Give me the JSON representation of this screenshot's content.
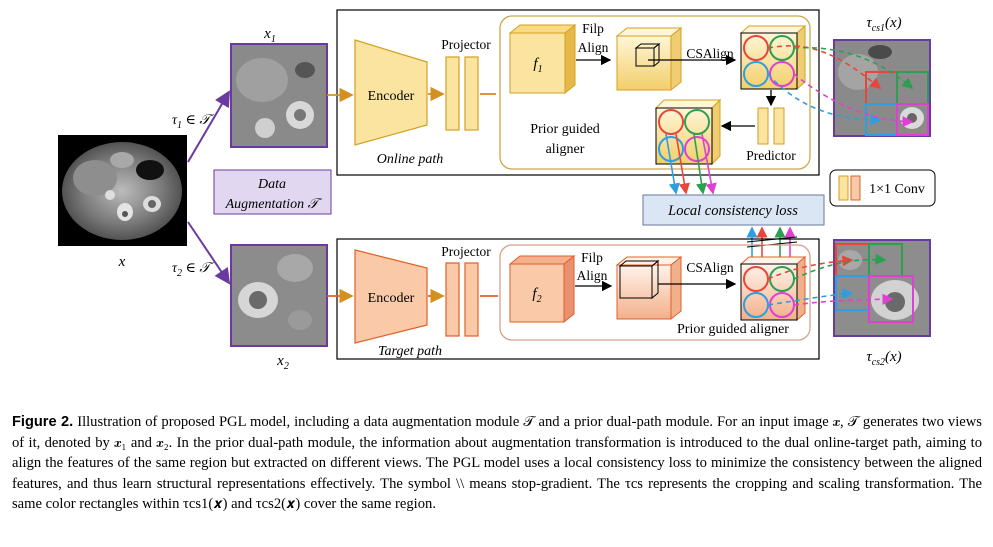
{
  "figure": {
    "input_label": "x",
    "view1_label": "x",
    "view1_sub": "1",
    "view2_label": "x",
    "view2_sub": "2",
    "tau1_label": "τ",
    "tau1_sub": "1",
    "tau1_rest": " ∈ 𝒯",
    "tau2_label": "τ",
    "tau2_sub": "2",
    "tau2_rest": " ∈ 𝒯",
    "augmentation_line1": "Data",
    "augmentation_line2": "Augmentation 𝒯",
    "online": {
      "encoder": "Encoder",
      "projector": "Projector",
      "feature": "f",
      "feature_sub": "1",
      "flip_line1": "Filp",
      "flip_line2": "Align",
      "csalign": "CSAlign",
      "prior_line1": "Prior guided",
      "prior_line2": "aligner",
      "predictor": "Predictor",
      "path": "Online path"
    },
    "target": {
      "encoder": "Encoder",
      "projector": "Projector",
      "feature": "f",
      "feature_sub": "2",
      "flip_line1": "Filp",
      "flip_line2": "Align",
      "csalign": "CSAlign",
      "aligner": "Prior guided aligner",
      "path": "Target path"
    },
    "loss": "Local consistency loss",
    "conv_legend": "1×1 Conv",
    "tcs1_label": "τ",
    "tcs1_sub": "cs1",
    "tcs1_arg": "(x)",
    "tcs2_label": "τ",
    "tcs2_sub": "cs2",
    "tcs2_arg": "(x)",
    "colors": {
      "encoder_online": "#fbe3a0",
      "encoder_target": "#f9c9a8",
      "augmentation_box": "#e2d7f0",
      "loss_box": "#dae6f4",
      "red": "#e8463a",
      "green": "#2ca050",
      "blue": "#2f9ee0",
      "magenta": "#e040d0"
    }
  },
  "caption": {
    "label": "Figure 2.",
    "text": "Illustration of proposed PGL model, including a data augmentation module 𝒯 and a prior dual-path module. For an input image 𝒙, 𝒯 generates two views of it, denoted by 𝒙₁ and 𝒙₂. In the prior dual-path module, the information about augmentation transformation is introduced to the dual online-target path, aiming to align the features of the same region but extracted on different views. The PGL model uses a local consistency loss to minimize the consistency between the aligned features, and thus learn structural representations effectively. The symbol \\\\ means stop-gradient. The τcs represents the cropping and scaling transformation. The same color rectangles within τcs1(𝒙) and τcs2(𝒙) cover the same region."
  }
}
